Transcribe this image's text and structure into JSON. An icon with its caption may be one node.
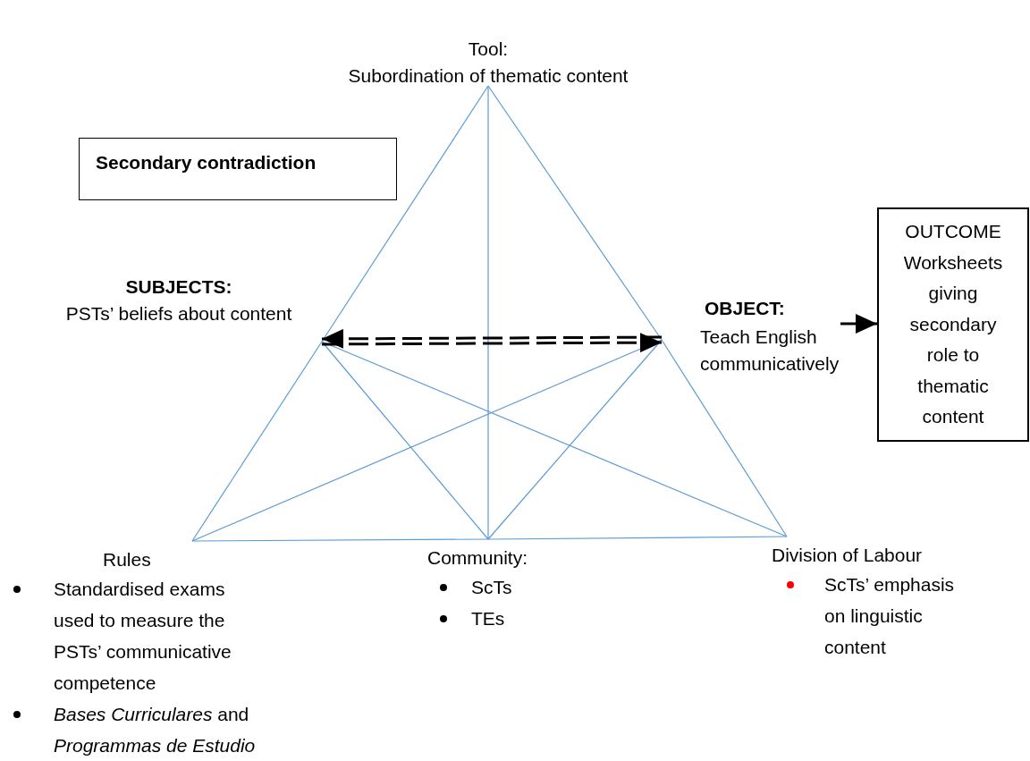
{
  "diagram": {
    "nodes": [
      {
        "text": [
          "Tool:",
          "Subordination of thematic content"
        ]
      },
      {
        "text": [
          "Secondary contradiction"
        ]
      },
      {
        "text": [
          "SUBJECTS:",
          "PSTs’ beliefs about content"
        ]
      },
      {
        "text": [
          "OBJECT:",
          "Teach English communicatively"
        ]
      },
      {
        "text": [
          "OUTCOME",
          "Worksheets giving secondary role to thematic content"
        ]
      },
      {
        "text": [
          "Rules",
          "Standardised exams used to measure the PSTs’ communicative competence",
          "*Bases Curriculares* and *Programmas de Estudio*"
        ]
      },
      {
        "text": [
          "Community:",
          "ScTs",
          "TEs"
        ]
      },
      {
        "text": [
          "Division of Labour",
          "ScTs’ emphasis on linguistic content"
        ]
      }
    ],
    "edges": [
      {
        "from": 0,
        "to": 2,
        "arrow": "none"
      },
      {
        "from": 2,
        "to": 5,
        "arrow": "none"
      },
      {
        "from": 0,
        "to": 3,
        "arrow": "none"
      },
      {
        "from": 3,
        "to": 7,
        "arrow": "none"
      },
      {
        "from": 5,
        "to": 6,
        "arrow": "none"
      },
      {
        "from": 6,
        "to": 7,
        "arrow": "none"
      },
      {
        "from": 0,
        "to": 6,
        "arrow": "none"
      },
      {
        "from": 2,
        "to": 6,
        "arrow": "none"
      },
      {
        "from": 2,
        "to": 7,
        "arrow": "none"
      },
      {
        "from": 3,
        "to": 5,
        "arrow": "none"
      },
      {
        "from": 3,
        "to": 6,
        "arrow": "none"
      },
      {
        "from": 2,
        "to": 3,
        "arrow": "both",
        "style": "dashed",
        "color": "#000000"
      },
      {
        "from": 3,
        "to": 4,
        "arrow": "to",
        "style": "thick",
        "color": "#000000"
      }
    ]
  }
}
